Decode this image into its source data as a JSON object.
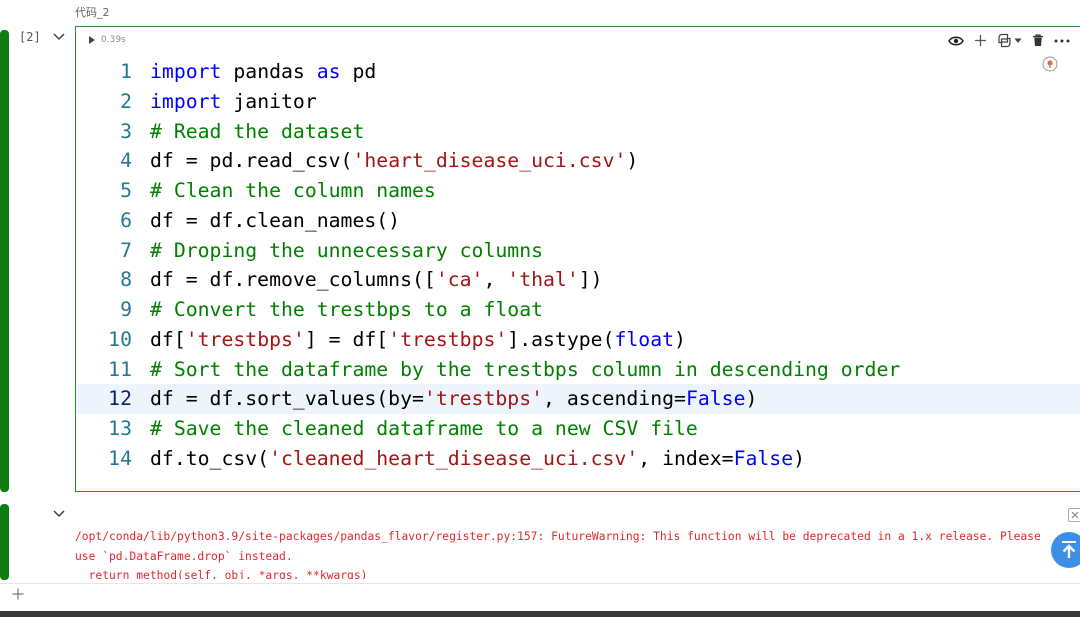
{
  "cell": {
    "label": "代码_2",
    "execution_count": "[2]",
    "run_time": "0.39s",
    "toolbar": [
      {
        "name": "eye-icon"
      },
      {
        "name": "plus-icon"
      },
      {
        "name": "python-icon"
      },
      {
        "name": "chevron-down-icon"
      },
      {
        "name": "trash-icon"
      },
      {
        "name": "ellipsis-icon"
      }
    ],
    "active_line": 12,
    "code_lines": [
      {
        "num": "1",
        "tokens": [
          {
            "t": "import",
            "c": "kw"
          },
          {
            "t": " pandas ",
            "c": "plain"
          },
          {
            "t": "as",
            "c": "kw"
          },
          {
            "t": " pd",
            "c": "plain"
          }
        ]
      },
      {
        "num": "2",
        "tokens": [
          {
            "t": "import",
            "c": "kw"
          },
          {
            "t": " janitor",
            "c": "plain"
          }
        ]
      },
      {
        "num": "3",
        "tokens": [
          {
            "t": "# Read the dataset",
            "c": "com"
          }
        ]
      },
      {
        "num": "4",
        "tokens": [
          {
            "t": "df = pd.read_csv(",
            "c": "plain"
          },
          {
            "t": "'heart_disease_uci.csv'",
            "c": "str"
          },
          {
            "t": ")",
            "c": "plain"
          }
        ]
      },
      {
        "num": "5",
        "tokens": [
          {
            "t": "# Clean the column names",
            "c": "com"
          }
        ]
      },
      {
        "num": "6",
        "tokens": [
          {
            "t": "df = df.clean_names()",
            "c": "plain"
          }
        ]
      },
      {
        "num": "7",
        "tokens": [
          {
            "t": "# Droping the unnecessary columns",
            "c": "com"
          }
        ]
      },
      {
        "num": "8",
        "tokens": [
          {
            "t": "df = df.remove_columns([",
            "c": "plain"
          },
          {
            "t": "'ca'",
            "c": "str"
          },
          {
            "t": ", ",
            "c": "plain"
          },
          {
            "t": "'thal'",
            "c": "str"
          },
          {
            "t": "])",
            "c": "plain"
          }
        ]
      },
      {
        "num": "9",
        "tokens": [
          {
            "t": "# Convert the trestbps to a float",
            "c": "com"
          }
        ]
      },
      {
        "num": "10",
        "tokens": [
          {
            "t": "df[",
            "c": "plain"
          },
          {
            "t": "'trestbps'",
            "c": "str"
          },
          {
            "t": "] = df[",
            "c": "plain"
          },
          {
            "t": "'trestbps'",
            "c": "str"
          },
          {
            "t": "].astype(",
            "c": "plain"
          },
          {
            "t": "float",
            "c": "kw"
          },
          {
            "t": ")",
            "c": "plain"
          }
        ]
      },
      {
        "num": "11",
        "tokens": [
          {
            "t": "# Sort the dataframe by the trestbps column in descending order",
            "c": "com"
          }
        ]
      },
      {
        "num": "12",
        "tokens": [
          {
            "t": "df = df.sort_values(by=",
            "c": "plain"
          },
          {
            "t": "'trestbps'",
            "c": "str"
          },
          {
            "t": ", ascending=",
            "c": "plain"
          },
          {
            "t": "False",
            "c": "kw"
          },
          {
            "t": ")",
            "c": "plain"
          }
        ]
      },
      {
        "num": "13",
        "tokens": [
          {
            "t": "# Save the cleaned dataframe to a new CSV file",
            "c": "com"
          }
        ]
      },
      {
        "num": "14",
        "tokens": [
          {
            "t": "df.to_csv(",
            "c": "plain"
          },
          {
            "t": "'cleaned_heart_disease_uci.csv'",
            "c": "str"
          },
          {
            "t": ", index=",
            "c": "plain"
          },
          {
            "t": "False",
            "c": "kw"
          },
          {
            "t": ")",
            "c": "plain"
          }
        ]
      }
    ]
  },
  "output": {
    "lines": [
      "/opt/conda/lib/python3.9/site-packages/pandas_flavor/register.py:157: FutureWarning: This function will be deprecated in a 1.x release. Please",
      "use `pd.DataFrame.drop` instead.",
      "  return method(self, obj, *args, **kwargs)"
    ]
  },
  "colors": {
    "keyword": "#0000ff",
    "string": "#a31515",
    "comment": "#008000",
    "line_number": "#237893",
    "cell_border": "#2e8b2e",
    "status_bar": "#0f7d0f",
    "warning_text": "#e0282e",
    "scroll_button": "#3d8fe6"
  }
}
